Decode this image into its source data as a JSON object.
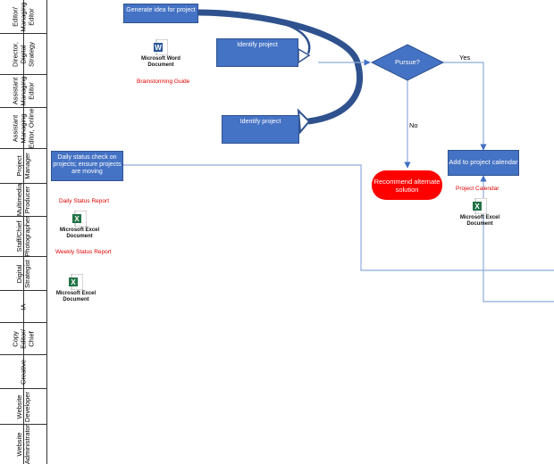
{
  "lanes": [
    {
      "label": "Editor/\nManaging\nEditor"
    },
    {
      "label": "Director,\nDigital\nStrategy"
    },
    {
      "label": "Assistant\nManaging\nEditor"
    },
    {
      "label": "Assistant\nManaging\nEditor, Online"
    },
    {
      "label": "Project\nManager"
    },
    {
      "label": "Multimedia\nProducer"
    },
    {
      "label": "Staff/Chief\nPhotographer"
    },
    {
      "label": "Digital\nStrategist"
    },
    {
      "label": "IA"
    },
    {
      "label": "Copy\nEditor/\nChief"
    },
    {
      "label": "Creative"
    },
    {
      "label": "Website\nDeveloper"
    },
    {
      "label": "Website\nAdministrator"
    }
  ],
  "nodes": {
    "generate": "Generate idea for project",
    "identify1": "Identify project",
    "identify2": "Identify project",
    "pursue": "Pursue?",
    "daily": "Daily status check on projects; ensure projects are moving",
    "recommend": "Recommend alternate solution",
    "add_calendar": "Add to project calendar"
  },
  "edge_labels": {
    "yes": "Yes",
    "no": "No"
  },
  "docs": {
    "word": {
      "caption": "Microsoft Word\nDocument",
      "icon": "word-icon",
      "label": "Brainstorming Guide"
    },
    "excel_status": {
      "caption": "Microsoft Excel\nDocument",
      "icon": "excel-icon",
      "label": "Daily Status Report"
    },
    "excel_weekly": {
      "caption": "Microsoft Excel\nDocument",
      "icon": "excel-icon",
      "label": "Weekly Status Report"
    },
    "excel_calendar": {
      "caption": "Microsoft Excel\nDocument",
      "icon": "excel-icon",
      "label": "Project Calendar"
    }
  },
  "colors": {
    "process": "#4472c4",
    "terminal": "#ff0000",
    "connector": "#8faadc",
    "label_red": "#e00000"
  }
}
